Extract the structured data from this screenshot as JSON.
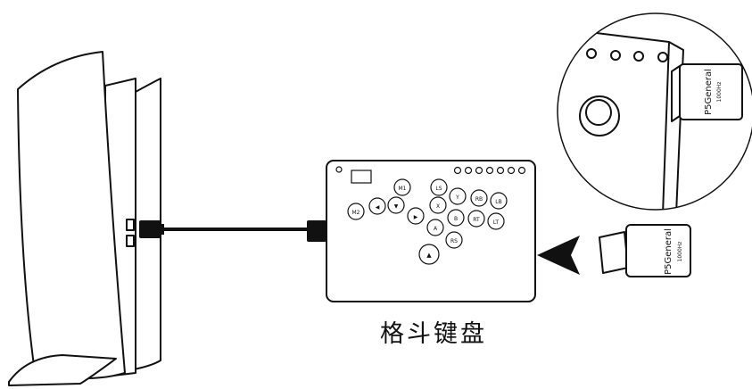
{
  "caption": "格斗键盘",
  "colors": {
    "stroke": "#111111",
    "background": "#ffffff"
  },
  "dongle": {
    "brand": "P5General",
    "rate": "1000Hz"
  },
  "keyboard": {
    "buttons": [
      "M1",
      "LS",
      "Y",
      "RB",
      "LB",
      "M2",
      "◀",
      "▼",
      "X",
      "▶",
      "B",
      "RT",
      "LT",
      "A",
      "RS",
      "▲"
    ]
  },
  "icons": [
    "console-icon",
    "usb-cable-icon",
    "arrow-left-icon",
    "usb-dongle-icon",
    "magnifier-circle-icon"
  ]
}
